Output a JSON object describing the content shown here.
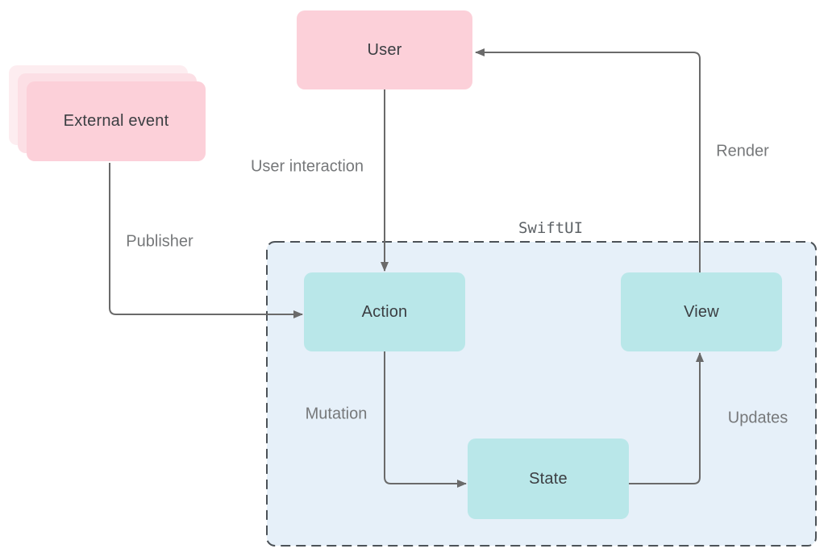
{
  "diagram": {
    "container": {
      "label": "SwiftUI"
    },
    "nodes": [
      {
        "id": "user",
        "label": "User",
        "color": "pink"
      },
      {
        "id": "external-event",
        "label": "External event",
        "color": "pink",
        "stacked": true
      },
      {
        "id": "action",
        "label": "Action",
        "color": "teal"
      },
      {
        "id": "view",
        "label": "View",
        "color": "teal"
      },
      {
        "id": "state",
        "label": "State",
        "color": "teal"
      }
    ],
    "edges": [
      {
        "id": "user-interaction",
        "label": "User interaction",
        "from": "User",
        "to": "Action"
      },
      {
        "id": "publisher",
        "label": "Publisher",
        "from": "External event",
        "to": "Action"
      },
      {
        "id": "render",
        "label": "Render",
        "from": "View",
        "to": "User"
      },
      {
        "id": "mutation",
        "label": "Mutation",
        "from": "Action",
        "to": "State"
      },
      {
        "id": "updates",
        "label": "Updates",
        "from": "State",
        "to": "View"
      }
    ],
    "colors": {
      "node_pink": "#fcd0d9",
      "node_pink_stack_mid": "#fcdfe5",
      "node_pink_stack_back": "#fdedf0",
      "node_teal": "#b9e7e9",
      "container_fill": "#e6f0f9",
      "container_border": "#4c5257",
      "arrow": "#6a6a6a",
      "node_text": "#3b3e42",
      "edge_label_text": "#76787a"
    }
  }
}
